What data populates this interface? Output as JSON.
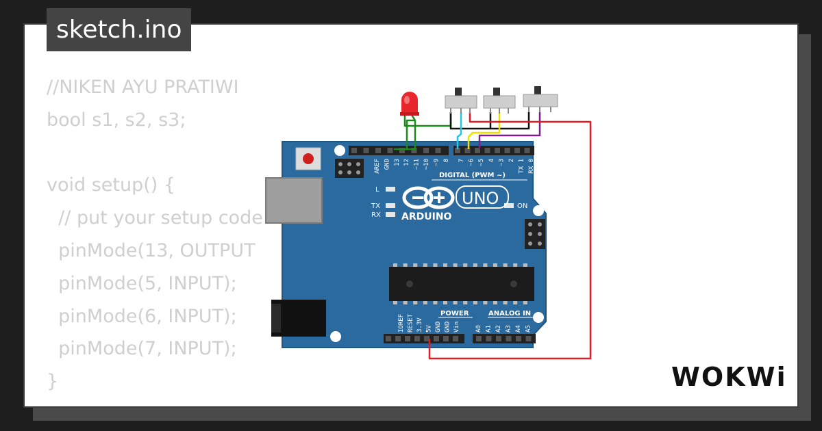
{
  "editor": {
    "filename": "sketch.ino",
    "code_lines": [
      "//NIKEN AYU PRATIWI",
      "bool s1, s2, s3;",
      "",
      "void setup() {",
      "  // put your setup code",
      "  pinMode(13, OUTPUT",
      "  pinMode(5, INPUT);",
      "  pinMode(6, INPUT);",
      "  pinMode(7, INPUT);",
      "}"
    ]
  },
  "brand": {
    "name": "WOKWi"
  },
  "board": {
    "model": "UNO",
    "maker": "ARDUINO",
    "digital_header_label": "DIGITAL (PWM ~)",
    "power_label": "POWER",
    "analog_label": "ANALOG IN",
    "led_labels": {
      "l": "L",
      "tx": "TX",
      "rx": "RX",
      "on": "ON"
    },
    "digital_pins_left": [
      "AREF",
      "GND",
      "13",
      "12",
      "~11",
      "~10",
      "~9",
      "8"
    ],
    "digital_pins_right": [
      "7",
      "~6",
      "~5",
      "4",
      "~3",
      "2",
      "TX 1",
      "RX 0"
    ],
    "power_pins": [
      "IOREF",
      "RESET",
      "3.3V",
      "5V",
      "GND",
      "GND",
      "Vin"
    ],
    "analog_pins": [
      "A0",
      "A1",
      "A2",
      "A3",
      "A4",
      "A5"
    ]
  },
  "colors": {
    "board": "#2b6a9e",
    "board_edge": "#1f5580",
    "led": "#e8262b",
    "wire_green": "#1a8a1a",
    "wire_black": "#111111",
    "wire_cyan": "#23c7e6",
    "wire_yellow": "#f0e000",
    "wire_purple": "#7b1e8f",
    "wire_red": "#e01b24",
    "code_text": "#cfcfcf"
  }
}
